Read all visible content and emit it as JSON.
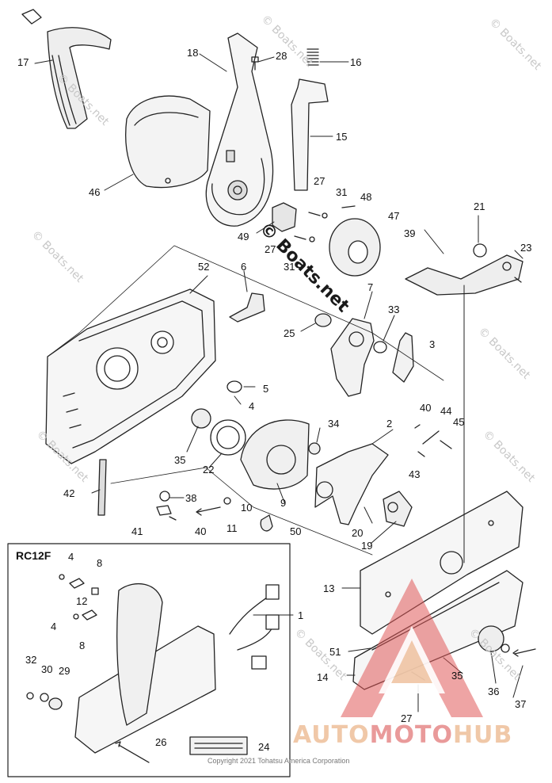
{
  "diagram": {
    "inset_title": "RC12F",
    "copyright": "Copyright 2021 Tohatsu America Corporation",
    "watermark": "© Boats.net",
    "watermark_strong": "© Boats.net",
    "brand": {
      "part1": "AUTO",
      "part2": "MOTO",
      "part3": "HUB"
    },
    "callouts": {
      "c17": "17",
      "c18": "18",
      "c28": "28",
      "c16": "16",
      "c15": "15",
      "c46": "46",
      "c27a": "27",
      "c31a": "31",
      "c48": "48",
      "c47": "47",
      "c21": "21",
      "c39": "39",
      "c23": "23",
      "c49": "49",
      "c27b": "27",
      "c31b": "31",
      "c52": "52",
      "c6": "6",
      "c7": "7",
      "c33": "33",
      "c3": "3",
      "c25": "25",
      "c5": "5",
      "c4a": "4",
      "c40a": "40",
      "c44": "44",
      "c45": "45",
      "c34": "34",
      "c2": "2",
      "c43": "43",
      "c35a": "35",
      "c22": "22",
      "c42": "42",
      "c38": "38",
      "c10": "10",
      "c9": "9",
      "c20": "20",
      "c19": "19",
      "c41": "41",
      "c40b": "40",
      "c11": "11",
      "c50": "50",
      "c4b": "4",
      "c8a": "8",
      "c12": "12",
      "c1": "1",
      "c4c": "4",
      "c8b": "8",
      "c13": "13",
      "c51": "51",
      "c35b": "35",
      "c14": "14",
      "c36": "36",
      "c37": "37",
      "c32": "32",
      "c30": "30",
      "c29": "29",
      "c27c": "27",
      "c26": "26",
      "c24": "24"
    }
  },
  "colors": {
    "line": "#222222",
    "brand_red": "#d23a3a",
    "brand_orange": "#e8944a",
    "watermark": "#c8c8c8"
  }
}
